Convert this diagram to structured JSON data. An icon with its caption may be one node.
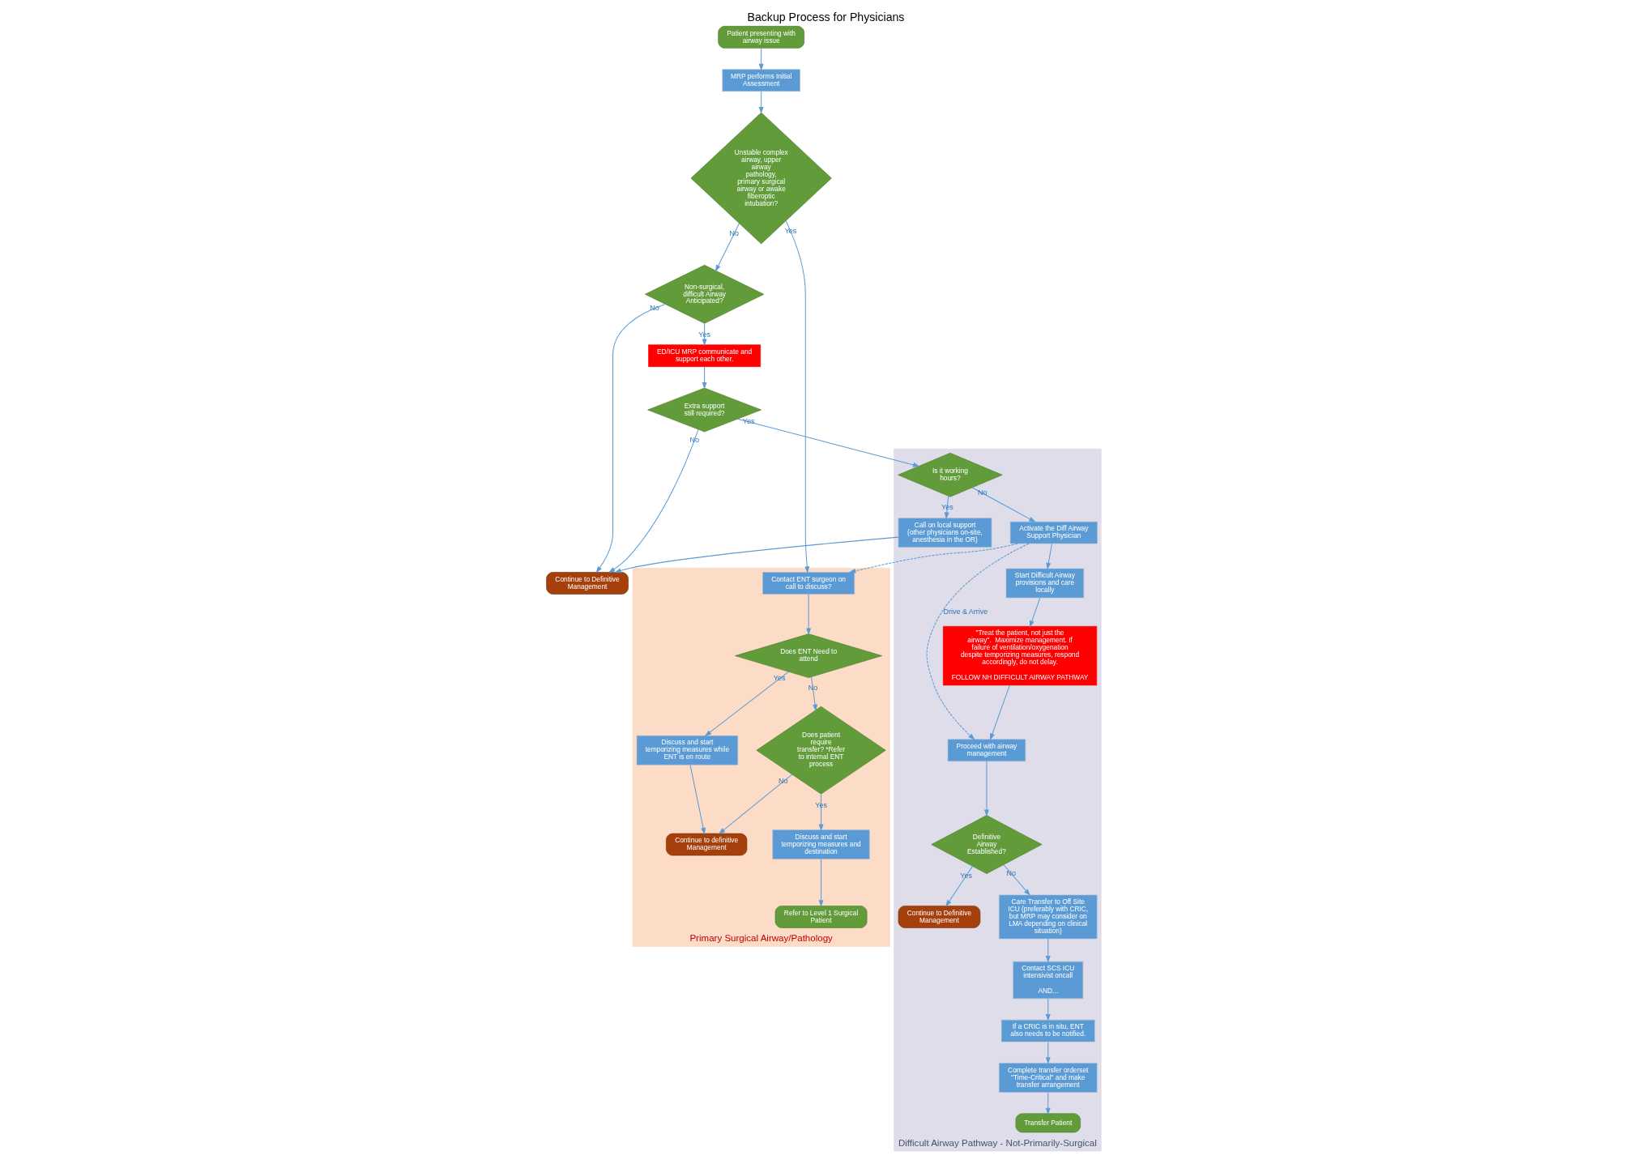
{
  "diagram": {
    "title": "Backup Process for Physicians",
    "nodes": [
      {
        "text": [
          "Patient presenting with airway issue"
        ]
      },
      {
        "text": [
          "MRP performs Initial Assessment"
        ]
      },
      {
        "text": [
          "Unstable complex airway, upper airway pathology, primary surgical airway or awake fiberoptic intubation?"
        ]
      },
      {
        "text": [
          "Non-surgical, difficult Airway Anticipated?"
        ]
      },
      {
        "text": [
          "Continue to Definitive Management"
        ]
      },
      {
        "text": [
          "ED/ICU MRP communicate and support each other."
        ]
      },
      {
        "text": [
          "Extra support still required?"
        ]
      },
      {
        "text": [
          "Primary Surgical Airway/Pathology"
        ]
      },
      {
        "text": [
          "Contact ENT surgeon on call to discuss?"
        ],
        "in": 7
      },
      {
        "text": [
          "Does ENT Need to attend"
        ],
        "in": 7
      },
      {
        "text": [
          "Discuss and start temporizing measures while ENT is en route"
        ],
        "in": 7
      },
      {
        "text": [
          "Does patient require transfer? *Refer to internal ENT process"
        ],
        "in": 7
      },
      {
        "text": [
          "Discuss and start temporizing measures and destination"
        ],
        "in": 7
      },
      {
        "text": [
          "Continue to definitive Management"
        ],
        "in": 7
      },
      {
        "text": [
          "Refer to Level 1 Surgical Patient"
        ],
        "in": 7
      },
      {
        "text": [
          "Difficult Airway Pathway - Not-Primarily-Surgical"
        ]
      },
      {
        "text": [
          "Is it working hours?"
        ],
        "in": 15
      },
      {
        "text": [
          "Call on local support (other physicians on-site, anesthesia in the OR)"
        ],
        "in": 15
      },
      {
        "text": [
          "Activate the Diff Airway Support Physician"
        ],
        "in": 15
      },
      {
        "text": [
          "Start Difficult Airway provisions and care locally"
        ],
        "in": 15
      },
      {
        "text": [
          "\"Treat the patient, not just the airway\".  Maximize management. If failure of ventilation/oxygenation despite temporizing measures, respond accordingly, do not delay.",
          "FOLLOW NH DIFFICULT AIRWAY PATHWAY"
        ],
        "in": 15
      },
      {
        "text": [
          "Proceed with airway management"
        ],
        "in": 15
      },
      {
        "text": [
          "Definitive Airway Established?"
        ],
        "in": 15
      },
      {
        "text": [
          "Care Transfer to Off Site ICU (preferably with CRIC, but MRP may consider on LMA depending on clinical situation)"
        ],
        "in": 15
      },
      {
        "text": [
          "Continue to Definitive Management"
        ],
        "in": 15
      },
      {
        "text": [
          "Contact SCS ICU intensivist oncall",
          "AND..."
        ],
        "in": 15
      },
      {
        "text": [
          "If a CRIC is in situ, ENT also needs to be notified."
        ],
        "in": 15
      },
      {
        "text": [
          "Complete transfer orderset \"Time-Critical\" and make transfer arrangement"
        ],
        "in": 15
      },
      {
        "text": [
          "Transfer Patient"
        ],
        "in": 15
      }
    ],
    "edges": [
      {
        "from": 0,
        "to": 1,
        "arrow": "to"
      },
      {
        "from": 1,
        "to": 2,
        "arrow": "to"
      },
      {
        "from": 2,
        "to": 8,
        "arrow": "to",
        "label": "Yes"
      },
      {
        "from": 2,
        "to": 3,
        "arrow": "to",
        "label": "No"
      },
      {
        "from": 3,
        "to": 5,
        "arrow": "to",
        "label": "Yes"
      },
      {
        "from": 3,
        "to": 4,
        "arrow": "to",
        "label": "No"
      },
      {
        "from": 5,
        "to": 6,
        "arrow": "to"
      },
      {
        "from": 6,
        "to": 16,
        "arrow": "to",
        "label": "Yes"
      },
      {
        "from": 6,
        "to": 4,
        "arrow": "to",
        "label": "No"
      },
      {
        "from": 8,
        "to": 9,
        "arrow": "to"
      },
      {
        "from": 9,
        "to": 11,
        "arrow": "to",
        "label": "No"
      },
      {
        "from": 9,
        "to": 10,
        "arrow": "to",
        "label": "Yes"
      },
      {
        "from": 10,
        "to": 13,
        "arrow": "to"
      },
      {
        "from": 11,
        "to": 12,
        "arrow": "to",
        "label": "Yes"
      },
      {
        "from": 11,
        "to": 13,
        "arrow": "to",
        "label": "No"
      },
      {
        "from": 12,
        "to": 14,
        "arrow": "to"
      },
      {
        "from": 16,
        "to": 18,
        "arrow": "to",
        "label": "No"
      },
      {
        "from": 16,
        "to": 17,
        "arrow": "to",
        "label": "Yes"
      },
      {
        "from": 17,
        "to": 4,
        "arrow": "to"
      },
      {
        "from": 18,
        "to": 8,
        "arrow": "to",
        "style": "dashed"
      },
      {
        "from": 18,
        "to": 21,
        "arrow": "to",
        "style": "dashed",
        "label": "Drive & Arrive"
      },
      {
        "from": 18,
        "to": 19,
        "arrow": "to"
      },
      {
        "from": 19,
        "to": 20,
        "arrow": "to"
      },
      {
        "from": 20,
        "to": 21,
        "arrow": "to"
      },
      {
        "from": 21,
        "to": 22,
        "arrow": "to"
      },
      {
        "from": 22,
        "to": 23,
        "arrow": "to",
        "label": "No"
      },
      {
        "from": 22,
        "to": 24,
        "arrow": "to",
        "label": "Yes"
      },
      {
        "from": 23,
        "to": 25,
        "arrow": "to"
      },
      {
        "from": 25,
        "to": 26,
        "arrow": "to"
      },
      {
        "from": 26,
        "to": 27,
        "arrow": "to"
      },
      {
        "from": 27,
        "to": 28,
        "arrow": "to"
      }
    ]
  }
}
